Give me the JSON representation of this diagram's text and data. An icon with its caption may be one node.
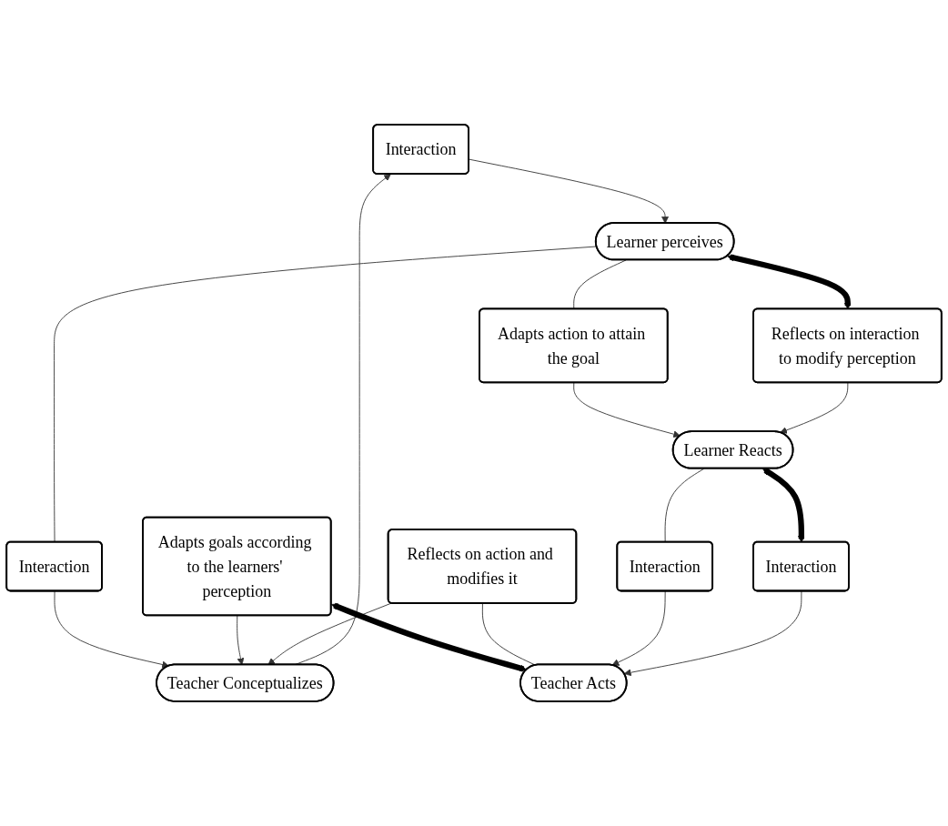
{
  "diagram": {
    "nodes": [
      {
        "text": [
          "Interaction"
        ]
      },
      {
        "text": [
          "Teacher Conceptualizes"
        ]
      },
      {
        "text": [
          "Learner perceives"
        ]
      },
      {
        "text": [
          "Interaction"
        ]
      },
      {
        "text": [
          "Adapts goals according to the learners' perception"
        ]
      },
      {
        "text": [
          "Reflects on action and modifies it"
        ]
      },
      {
        "text": [
          "Adapts action to attain the goal"
        ]
      },
      {
        "text": [
          "Reflects on interaction to modify perception"
        ]
      },
      {
        "text": [
          "Interaction"
        ]
      },
      {
        "text": [
          "Teacher Acts"
        ]
      },
      {
        "text": [
          "Learner Reacts"
        ]
      },
      {
        "text": [
          "Interaction"
        ]
      }
    ],
    "edges": [
      {
        "from": 1,
        "to": 0,
        "arrow": "to"
      },
      {
        "from": 0,
        "to": 2,
        "arrow": "to"
      },
      {
        "from": 2,
        "to": 3,
        "arrow": "none"
      },
      {
        "from": 3,
        "to": 1,
        "arrow": "to"
      },
      {
        "from": 4,
        "to": 1,
        "arrow": "to"
      },
      {
        "from": 5,
        "to": 1,
        "arrow": "to"
      },
      {
        "from": 2,
        "to": 6,
        "arrow": "none"
      },
      {
        "from": 2,
        "to": 7,
        "arrow": "both",
        "style": "thick"
      },
      {
        "from": 4,
        "to": 9,
        "arrow": "both",
        "style": "thick"
      },
      {
        "from": 5,
        "to": 9,
        "arrow": "none"
      },
      {
        "from": 6,
        "to": 10,
        "arrow": "to"
      },
      {
        "from": 7,
        "to": 10,
        "arrow": "to"
      },
      {
        "from": 10,
        "to": 8,
        "arrow": "none"
      },
      {
        "from": 8,
        "to": 9,
        "arrow": "to"
      },
      {
        "from": 10,
        "to": 11,
        "arrow": "both",
        "style": "thick"
      },
      {
        "from": 11,
        "to": 9,
        "arrow": "to"
      }
    ]
  }
}
